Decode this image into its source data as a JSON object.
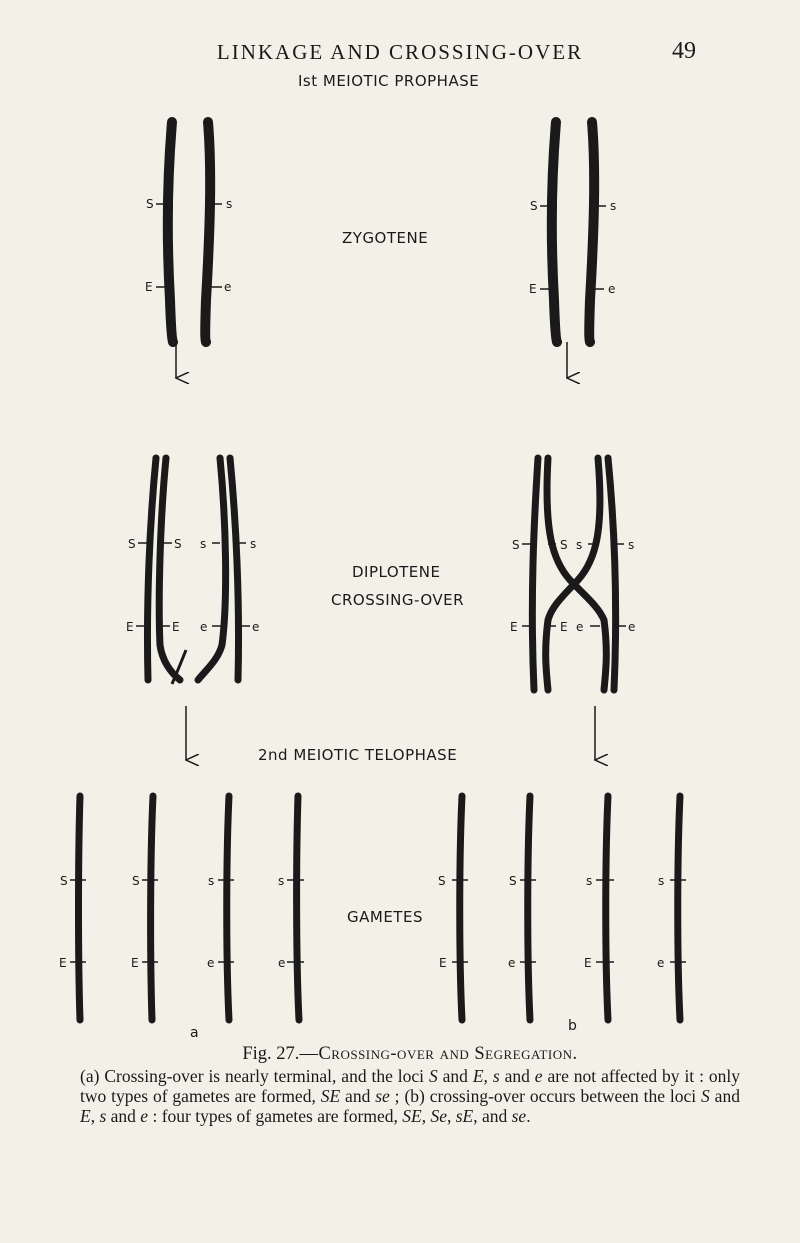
{
  "header": {
    "title": "LINKAGE AND CROSSING-OVER",
    "page_number": "49"
  },
  "stages": {
    "prophase": "Ist MEIOTIC PROPHASE",
    "zygotene": "ZYGOTENE",
    "diplotene": "DIPLOTENE",
    "crossing_over": "CROSSING-OVER",
    "telophase": "2nd MEIOTIC TELOPHASE",
    "gametes": "GAMETES"
  },
  "panel_labels": {
    "a": "a",
    "b": "b"
  },
  "loci": {
    "S": "S",
    "s": "s",
    "E": "E",
    "e": "e"
  },
  "caption": {
    "fig": "Fig. 27.",
    "title": "—Crossing-over and Segregation.",
    "a_marker": "(a)",
    "a_text_1": " Crossing-over is nearly terminal, and the loci ",
    "a_S": "S",
    "a_and_1": " and ",
    "a_E": "E",
    "a_comma": ", ",
    "a_s": "s",
    "a_and_2": " and ",
    "a_e": "e",
    "a_text_2": " are not affected by it : only two types of gametes are formed, ",
    "a_SE": "SE",
    "a_and_3": " and ",
    "a_se": "se",
    "a_text_3": " ; ",
    "b_marker": "(b)",
    "b_text_1": " crossing-over occurs between the loci ",
    "b_S": "S",
    "b_and_1": " and ",
    "b_E": "E",
    "b_comma": ", ",
    "b_s": "s",
    "b_and_2": " and ",
    "b_e": "e",
    "b_text_2": " : four types of gametes are formed, ",
    "b_SE": "SE",
    "b_c1": ", ",
    "b_Se": "Se",
    "b_c2": ", ",
    "b_sE": "sE",
    "b_and_3": ", and ",
    "b_se": "se",
    "b_end": "."
  },
  "colors": {
    "ink": "#1a1a1a",
    "paper": "#f3f0e8"
  }
}
